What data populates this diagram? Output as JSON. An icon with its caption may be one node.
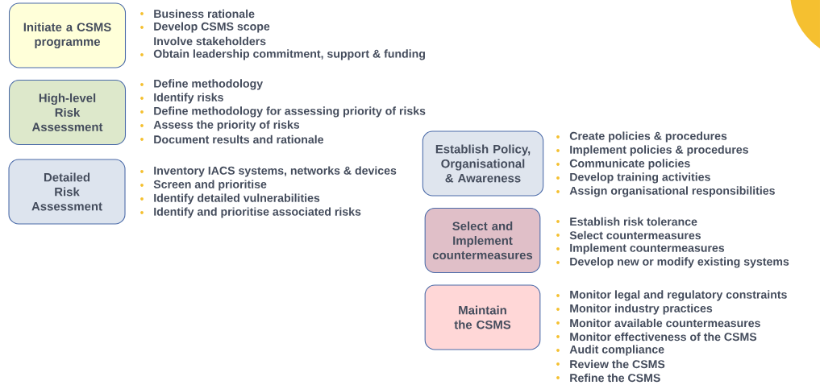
{
  "diagram": {
    "nodes": [
      {
        "text": [
          "Initiate a CSMS programme"
        ],
        "beside": [
          "Business rationale",
          "Develop CSMS scope",
          "Involve stakeholders",
          "Obtain leadership commitment, support & funding"
        ]
      },
      {
        "text": [
          "High-level Risk Assessment"
        ],
        "beside": [
          "Define methodology",
          "Identify risks",
          "Define methodology for assessing priority of risks",
          "Assess the priority of risks",
          "Document results and rationale"
        ]
      },
      {
        "text": [
          "Detailed Risk Assessment"
        ],
        "beside": [
          "Inventory IACS systems, networks & devices",
          "Screen and prioritise",
          "Identify detailed vulnerabilities",
          "Identify and prioritise associated risks"
        ]
      },
      {
        "text": [
          "Establish Policy, Organisational & Awareness"
        ],
        "beside": [
          "Create policies & procedures",
          "Implement policies & procedures",
          "Communicate policies",
          "Develop training activities",
          "Assign organisational responsibilities"
        ]
      },
      {
        "text": [
          "Select and Implement countermeasures"
        ],
        "beside": [
          "Establish risk tolerance",
          "Select countermeasures",
          "Implement countermeasures",
          "Develop new or modify existing systems"
        ]
      },
      {
        "text": [
          "Maintain the CSMS"
        ],
        "beside": [
          "Monitor legal and regulatory constraints",
          "Monitor industry practices",
          "Monitor available countermeasures",
          "Monitor effectiveness of the CSMS",
          "Audit compliance",
          "Review the CSMS",
          "Refine the CSMS"
        ]
      }
    ]
  }
}
